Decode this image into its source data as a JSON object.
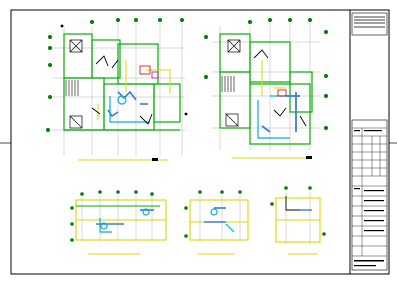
{
  "viewer": {
    "document_type": "CAD drawing sheet",
    "background_color": "#ffffff"
  },
  "colors": {
    "frame": "#000000",
    "wall": "#00b000",
    "node": "#008000",
    "pipe_yellow": "#d8d800",
    "duct_blue": "#3a7bd5",
    "duct_cyan": "#00b0d8",
    "accent_red": "#d00000",
    "accent_magenta": "#c000c0"
  },
  "title_block": {
    "label": "",
    "rows": 14
  },
  "views": [
    {
      "id": "plan-left",
      "caption": ""
    },
    {
      "id": "plan-right",
      "caption": ""
    },
    {
      "id": "detail-1",
      "caption": ""
    },
    {
      "id": "detail-2",
      "caption": ""
    },
    {
      "id": "detail-3",
      "caption": ""
    }
  ],
  "icons": [
    "compass-mark",
    "grid-node",
    "north-arrow"
  ]
}
